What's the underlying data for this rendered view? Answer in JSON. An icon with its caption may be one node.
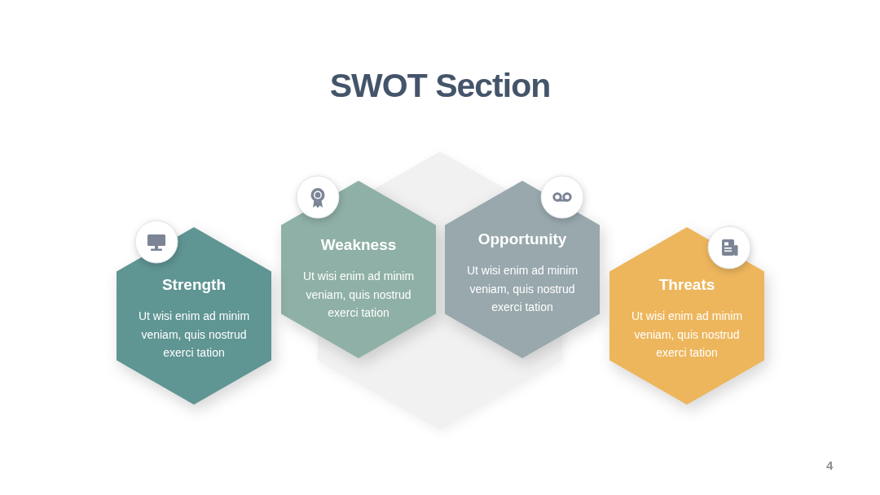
{
  "diagram": {
    "title": "SWOT Section",
    "nodes": [
      {
        "text": [
          "Strength",
          "Ut wisi enim ad minim veniam, quis nostrud exerci tation"
        ]
      },
      {
        "text": [
          "Weakness",
          "Ut wisi enim ad minim veniam, quis nostrud exerci tation"
        ]
      },
      {
        "text": [
          "Opportunity",
          "Ut wisi enim ad minim veniam, quis nostrud exerci tation"
        ]
      },
      {
        "text": [
          "Threats",
          "Ut wisi enim ad minim veniam, quis nostrud exerci tation"
        ]
      },
      {
        "text": [],
        "shape": "hexagon"
      }
    ],
    "labels": [
      "4"
    ]
  }
}
